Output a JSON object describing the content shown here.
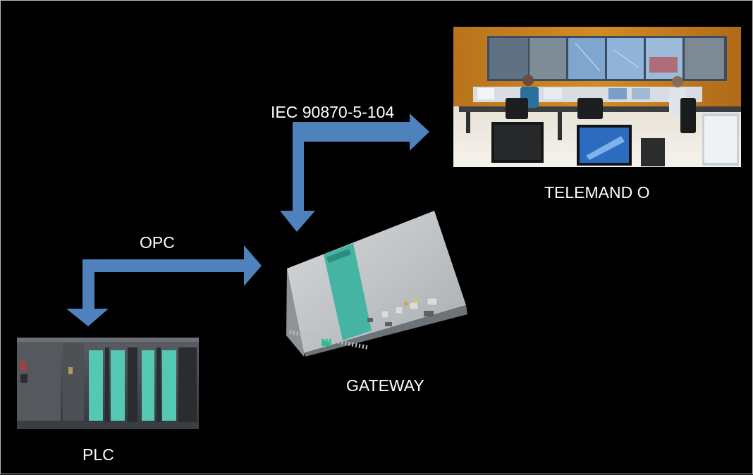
{
  "labels": {
    "iec": "IEC 90870-5-104",
    "opc": "OPC",
    "telemando": "TELEMAND O",
    "gateway": "GATEWAY",
    "plc": "PLC"
  },
  "colors": {
    "arrow": "#4f81bd",
    "background": "#000000",
    "text": "#ffffff"
  },
  "icons": {
    "control_room": "control-room-photo",
    "gateway": "industrial-pc",
    "plc": "plc-rack"
  }
}
